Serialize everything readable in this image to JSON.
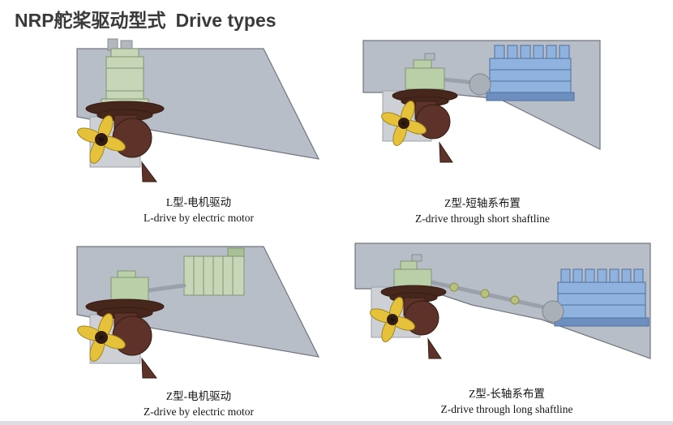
{
  "page": {
    "title_zh": "NRP舵桨驱动型式",
    "title_en": "Drive types"
  },
  "figures": [
    {
      "caption_zh": "L型-电机驱动",
      "caption_en": "L-drive by electric motor"
    },
    {
      "caption_zh": "Z型-短轴系布置",
      "caption_en": "Z-drive through short shaftline"
    },
    {
      "caption_zh": "Z型-电机驱动",
      "caption_en": "Z-drive by electric motor"
    },
    {
      "caption_zh": "Z型-长轴系布置",
      "caption_en": "Z-drive through long shaftline"
    }
  ],
  "colors": {
    "hull": "#b8bec7",
    "plate_gray": "#cdd1d6",
    "motor_green": "#c6d6b6",
    "gear_green": "#b9cfa8",
    "thruster_brown": "#5d3228",
    "flange_brown": "#47261c",
    "propeller_yellow": "#e6c23a",
    "engine_blue": "#8fb3de",
    "shaft_gray": "#9aa1aa"
  }
}
